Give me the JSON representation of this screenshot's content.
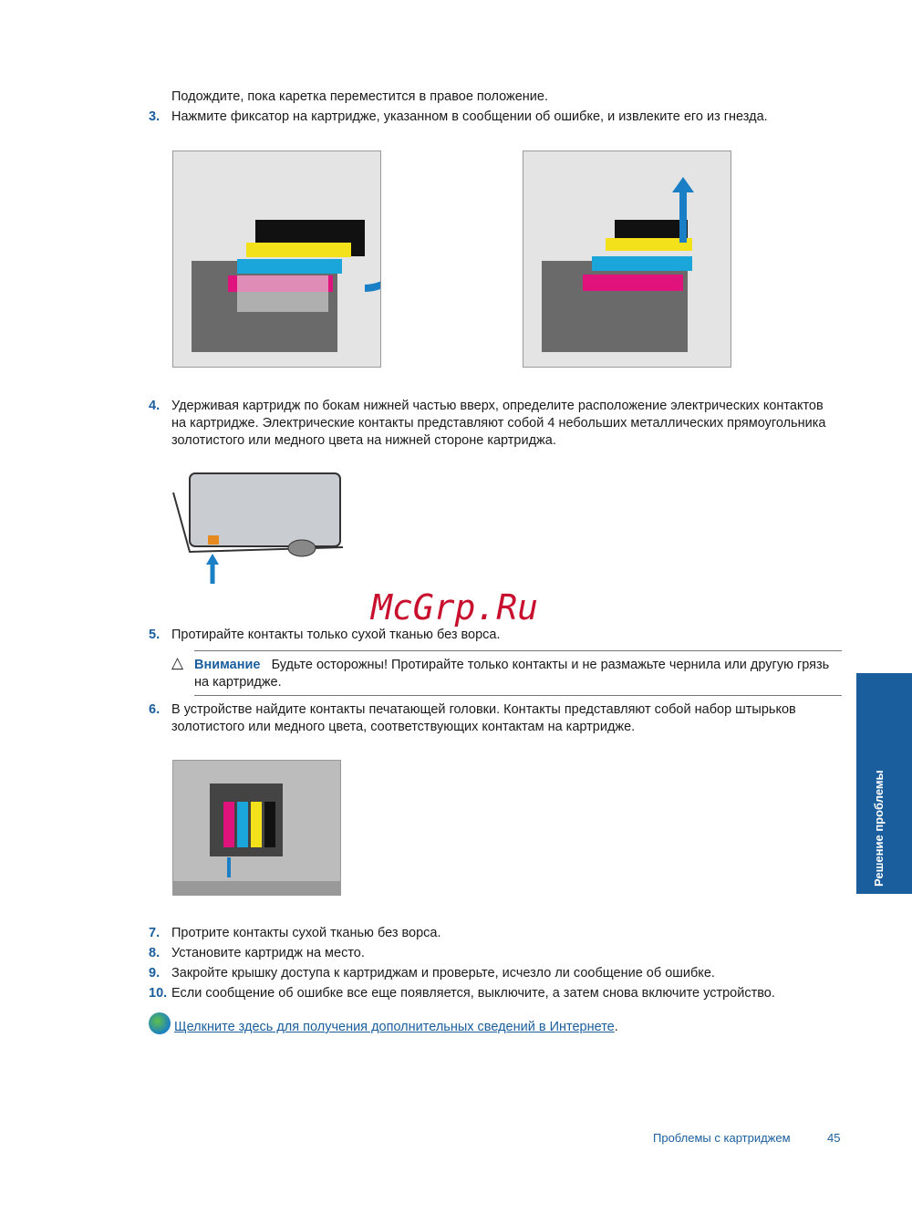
{
  "intro": "Подождите, пока каретка переместится в правое положение.",
  "steps": [
    {
      "n": "3.",
      "text": "Нажмите фиксатор на картридже, указанном в сообщении об ошибке, и извлеките его из гнезда."
    },
    {
      "n": "4.",
      "text": "Удерживая картридж по бокам нижней частью вверх, определите расположение электрических контактов на картридже. Электрические контакты представляют собой 4 небольших металлических прямоугольника золотистого или медного цвета на нижней стороне картриджа."
    },
    {
      "n": "5.",
      "text": "Протирайте контакты только сухой тканью без ворса."
    },
    {
      "n": "6.",
      "text": "В устройстве найдите контакты печатающей головки. Контакты представляют собой набор штырьков золотистого или медного цвета, соответствующих контактам на картридже."
    },
    {
      "n": "7.",
      "text": "Протрите контакты сухой тканью без ворса."
    },
    {
      "n": "8.",
      "text": "Установите картридж на место."
    },
    {
      "n": "9.",
      "text": "Закройте крышку доступа к картриджам и проверьте, исчезло ли сообщение об ошибке."
    },
    {
      "n": "10.",
      "text": "Если сообщение об ошибке все еще появляется, выключите, а затем снова включите устройство."
    }
  ],
  "caution": {
    "label": "Внимание",
    "text": "Будьте осторожны! Протирайте только контакты и не размажьте чернила или другую грязь на картридже."
  },
  "link": {
    "text": "Щелкните здесь для получения дополнительных сведений в Интернете",
    "suffix": "."
  },
  "watermark": "McGrp.Ru",
  "side_tab": "Решение проблемы",
  "footer": {
    "section": "Проблемы с картриджем",
    "page": "45"
  },
  "colors": {
    "accent": "#1a5e9e"
  }
}
